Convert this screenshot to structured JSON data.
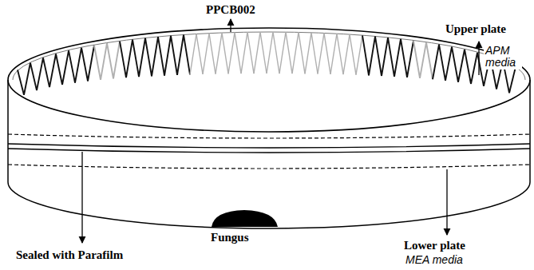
{
  "diagram": {
    "labels": [
      "PPCB002",
      "Upper plate",
      "APM media",
      "Fungus",
      "Sealed with Parafilm",
      "Lower plate",
      "MEA media"
    ]
  }
}
